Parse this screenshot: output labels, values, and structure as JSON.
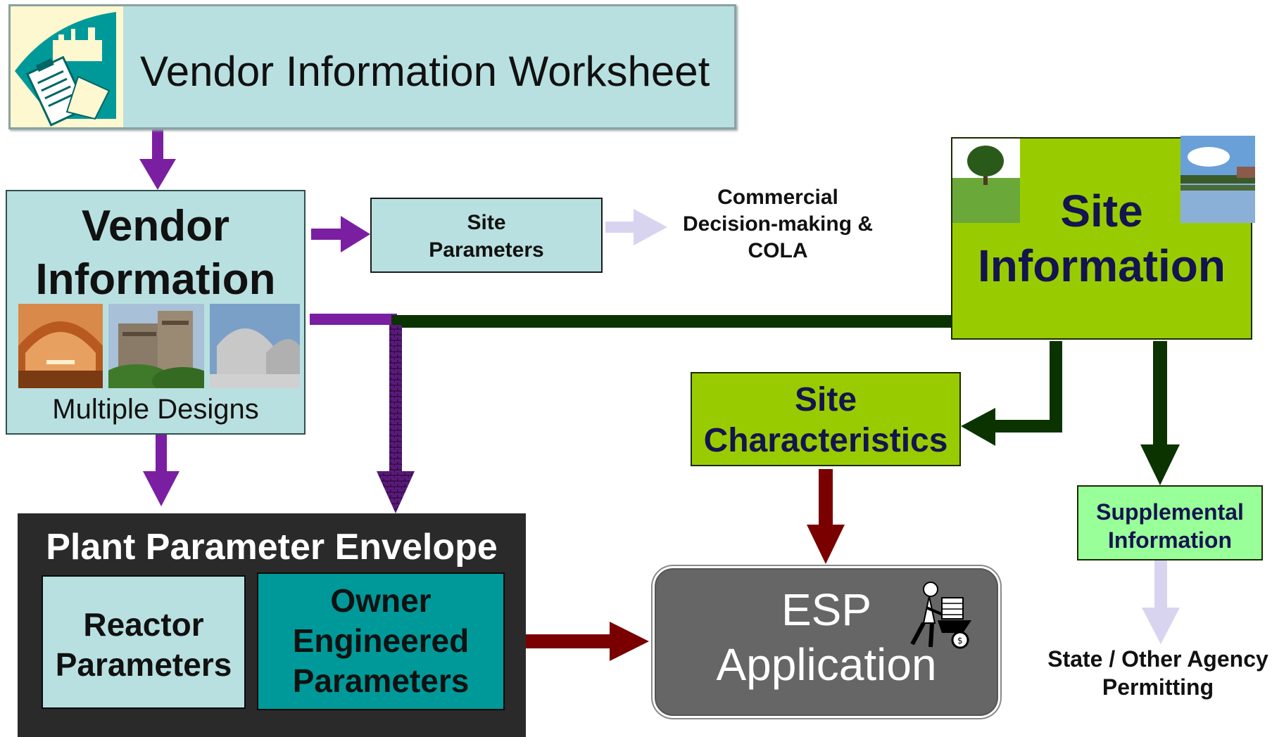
{
  "worksheet": {
    "title": "Vendor Information Worksheet"
  },
  "vendor_info": {
    "title_line1": "Vendor",
    "title_line2": "Information",
    "subtitle": "Multiple Designs"
  },
  "site_parameters": {
    "line1": "Site",
    "line2": "Parameters"
  },
  "commercial": {
    "line1": "Commercial",
    "line2": "Decision-making &",
    "line3": "COLA"
  },
  "site_info": {
    "title_line1": "Site",
    "title_line2": "Information"
  },
  "site_characteristics": {
    "line1": "Site",
    "line2": "Characteristics"
  },
  "supplemental": {
    "line1": "Supplemental",
    "line2": "Information"
  },
  "state_permitting": {
    "line1": "State / Other Agency",
    "line2": "Permitting"
  },
  "ppe": {
    "title": "Plant Parameter Envelope",
    "reactor": {
      "line1": "Reactor",
      "line2": "Parameters"
    },
    "owner": {
      "line1": "Owner",
      "line2": "Engineered",
      "line3": "Parameters"
    }
  },
  "esp": {
    "line1": "ESP",
    "line2": "Application"
  },
  "colors": {
    "purple_arrow": "#7b1fa2",
    "dark_green_arrow": "#0a3300",
    "dark_red_arrow": "#7a0000",
    "lavender_arrow": "#d8d4f0",
    "teal_box": "#b9e0e0",
    "green_box": "#99cc00",
    "light_green_box": "#99ff99",
    "owner_box": "#009999",
    "esp_box": "#666666"
  }
}
